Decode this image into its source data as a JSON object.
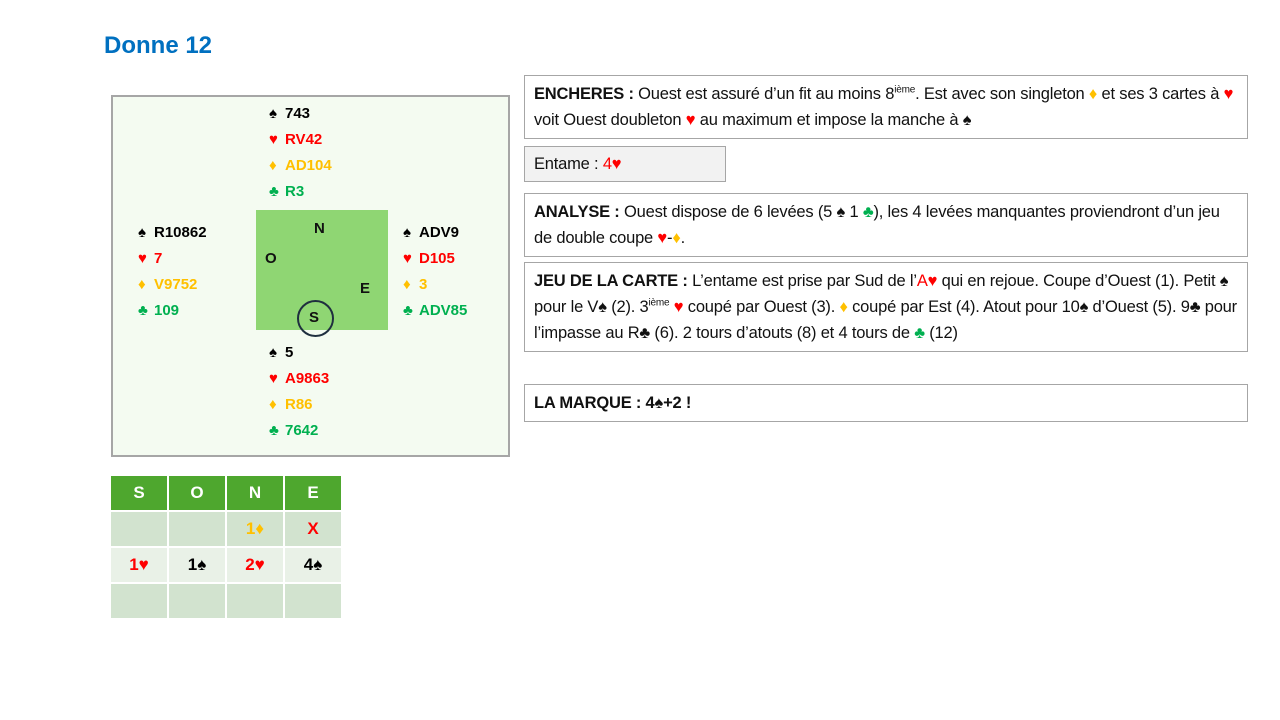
{
  "title": "Donne 12",
  "colors": {
    "spade": "#000000",
    "heart": "#ff0000",
    "diamond": "#ffc000",
    "club": "#00b050",
    "title": "#0070c0"
  },
  "suits": {
    "spade": "♠",
    "heart": "♥",
    "diamond": "♦",
    "club": "♣"
  },
  "hands": {
    "north": {
      "spade": "743",
      "heart": "RV42",
      "diamond": "AD104",
      "club": "R3"
    },
    "west": {
      "spade": "R10862",
      "heart": "7",
      "diamond": "V9752",
      "club": "109"
    },
    "east": {
      "spade": "ADV9",
      "heart": "D105",
      "diamond": "3",
      "club": "ADV85"
    },
    "south": {
      "spade": "5",
      "heart": "A9863",
      "diamond": "R86",
      "club": "7642"
    }
  },
  "compass": {
    "n": "N",
    "o": "O",
    "e": "E",
    "s": "S"
  },
  "bidding": {
    "headers": [
      "S",
      "O",
      "N",
      "E"
    ],
    "rows": [
      [
        {
          "t": ""
        },
        {
          "t": ""
        },
        {
          "t": "1♦",
          "c": "diamond"
        },
        {
          "t": "X",
          "c": "heart"
        }
      ],
      [
        {
          "t": "1♥",
          "c": "heart"
        },
        {
          "t": "1♠",
          "c": "spade"
        },
        {
          "t": "2♥",
          "c": "heart"
        },
        {
          "t": "4♠",
          "c": "spade"
        }
      ],
      [
        {
          "t": ""
        },
        {
          "t": ""
        },
        {
          "t": ""
        },
        {
          "t": ""
        }
      ]
    ]
  },
  "boxes": [
    {
      "name": "encheres",
      "segs": [
        {
          "t": "ENCHERES : ",
          "b": 1
        },
        {
          "t": "Ouest est assuré d’un fit au moins 8"
        },
        {
          "t": "ième",
          "sup": 1
        },
        {
          "t": ". Est avec son singleton "
        },
        {
          "t": "♦",
          "c": "diamond"
        },
        {
          "t": " et ses 3 cartes à "
        },
        {
          "t": "♥",
          "c": "heart"
        },
        {
          "t": " voit Ouest doubleton "
        },
        {
          "t": "♥",
          "c": "heart"
        },
        {
          "t": " au maximum et impose la manche à "
        },
        {
          "t": "♠"
        }
      ]
    },
    {
      "name": "entame",
      "segs": [
        {
          "t": "Entame : "
        },
        {
          "t": "4♥",
          "c": "heart"
        }
      ]
    },
    {
      "name": "analyse",
      "segs": [
        {
          "t": "ANALYSE : ",
          "b": 1
        },
        {
          "t": "Ouest dispose de 6 levées (5 ♠ 1 "
        },
        {
          "t": "♣",
          "c": "club"
        },
        {
          "t": "), les 4 levées manquantes proviendront d’un jeu de double coupe "
        },
        {
          "t": "♥",
          "c": "heart"
        },
        {
          "t": "-"
        },
        {
          "t": "♦",
          "c": "diamond"
        },
        {
          "t": "."
        }
      ]
    },
    {
      "name": "jeu-de-la-carte",
      "segs": [
        {
          "t": "JEU DE LA CARTE : ",
          "b": 1
        },
        {
          "t": "L’entame est prise par Sud de l’"
        },
        {
          "t": "A♥",
          "c": "heart"
        },
        {
          "t": " qui en rejoue. Coupe d’Ouest (1). Petit ♠ pour le V♠ (2). 3"
        },
        {
          "t": "ième",
          "sup": 1
        },
        {
          "t": " "
        },
        {
          "t": "♥",
          "c": "heart"
        },
        {
          "t": " coupé par Ouest (3). "
        },
        {
          "t": "♦",
          "c": "diamond"
        },
        {
          "t": " coupé par Est (4). Atout pour 10♠ d’Ouest (5). 9♣ pour l’impasse au R♣ (6). 2 tours d’atouts (8) et 4 tours de "
        },
        {
          "t": "♣",
          "c": "club"
        },
        {
          "t": " (12)"
        }
      ]
    },
    {
      "name": "la-marque",
      "segs": [
        {
          "t": "LA MARQUE : 4♠+2 !",
          "b": 1
        }
      ]
    }
  ]
}
